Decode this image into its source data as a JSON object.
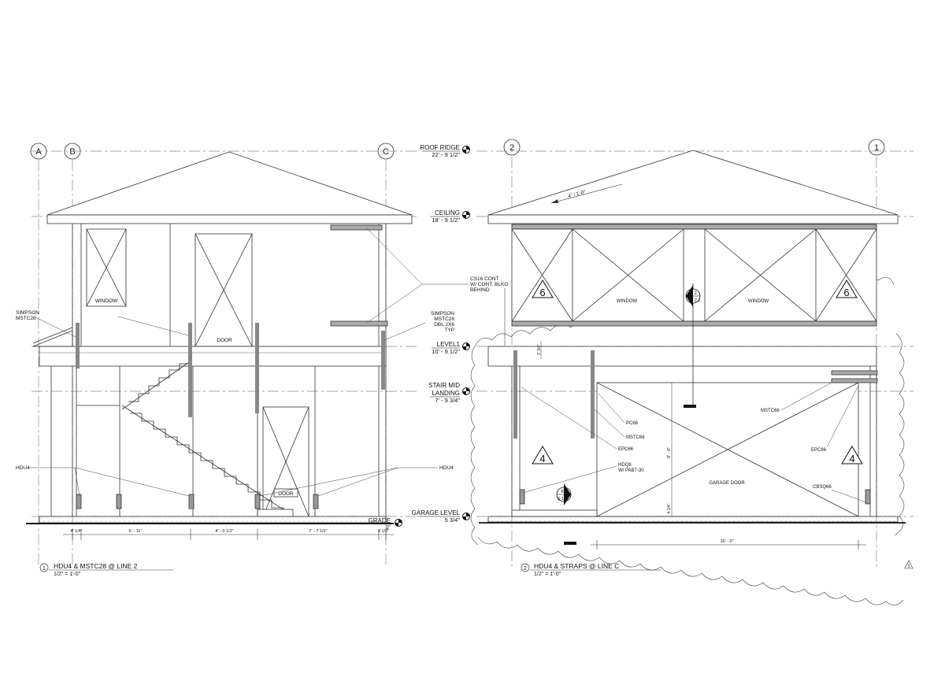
{
  "grids": {
    "left": {
      "a": "A",
      "b": "B",
      "c": "C"
    },
    "right": {
      "g2": "2",
      "g1": "1"
    }
  },
  "levels": {
    "roof_ridge": {
      "name": "ROOF RIDGE",
      "elev": "22' - 9 1/2\""
    },
    "ceiling": {
      "name": "CEILING",
      "elev": "18' - 9 1/2\""
    },
    "level1": {
      "name": "LEVEL1",
      "elev": "10' - 9 1/2\""
    },
    "stair_mid": {
      "name_line1": "STAIR MID",
      "name_line2": "LANDING",
      "elev": "7' - 9 3/4\""
    },
    "garage": {
      "name": "GARAGE LEVEL",
      "elev": "5 3/4\""
    },
    "grade": {
      "name": "GRADE",
      "elev": "0\""
    }
  },
  "left_view": {
    "window": "WINDOW",
    "door_upper": "DOOR",
    "door_lower": "DOOR",
    "simpson_left": [
      "SIMPSON",
      "MSTC28"
    ],
    "hdu4_left": "HDU4",
    "hdu4_right": "HDU4",
    "dims": [
      "4' 1/4\"",
      "6' - 11\"",
      "4' - 0 1/2\"",
      "7' - 7 1/2\"",
      "3 1/2\""
    ],
    "title_num": "1",
    "title": "HDU4 & MSTC28 @ LINE 2",
    "scale": "1/2\" = 1'-0\""
  },
  "middle_notes": {
    "cs16": [
      "CS16 CONT",
      "W/ CONT. BLKG",
      "BEHIND"
    ],
    "simpson_dbl": [
      "SIMPSON",
      "MSTC28",
      "DBL 2X6",
      "TYP"
    ]
  },
  "right_view": {
    "roof_slope": "4\" / 1'-0\"",
    "window_left": "WINDOW",
    "window_right": "WINDOW",
    "garage_door": "GARAGE DOOR",
    "shear_upper": "6",
    "shear_lower": "4",
    "section_upper": {
      "num": "2",
      "sheet": "S 2.1"
    },
    "section_lower": {
      "num": "6",
      "sheet": "S 1.1"
    },
    "pc66": "PC66",
    "mstc66_a": "MSTC66",
    "epc66_left": "EPC66",
    "hdq8": [
      "HDQ8",
      "W/ PAB7-30"
    ],
    "mstc66_b": "MSTC66",
    "epc66_right": "EPC66",
    "cbsq66": "CBSQ66",
    "dim_small": "1' 3/4\"",
    "dim_door_h": "8' - 0\"",
    "dim_sill": "4 1/4\"",
    "dim_width": "16' - 0\"",
    "title_num": "2",
    "title": "HDU4 & STRAPS @ LINE C",
    "scale": "1/2\" = 1'-0\"",
    "corner_ref": "1"
  }
}
